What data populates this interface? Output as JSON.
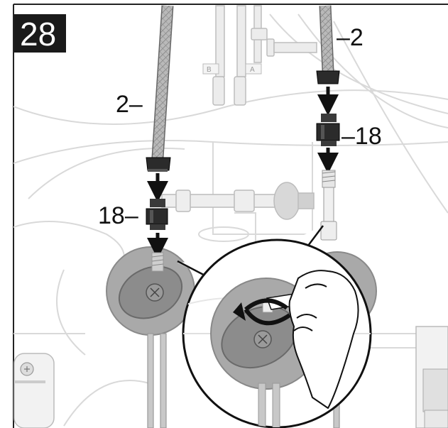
{
  "step": {
    "number": "28"
  },
  "callouts": {
    "hose_left": "2–",
    "hose_right": "–2",
    "fitting_left": "18–",
    "fitting_right": "–18"
  },
  "tube_tags": {
    "b": "B",
    "a": "A"
  },
  "colors": {
    "badge": "#1a1a1a",
    "line": "#d6d6d6",
    "valve": "#8c8c8c",
    "ink": "#111111"
  }
}
